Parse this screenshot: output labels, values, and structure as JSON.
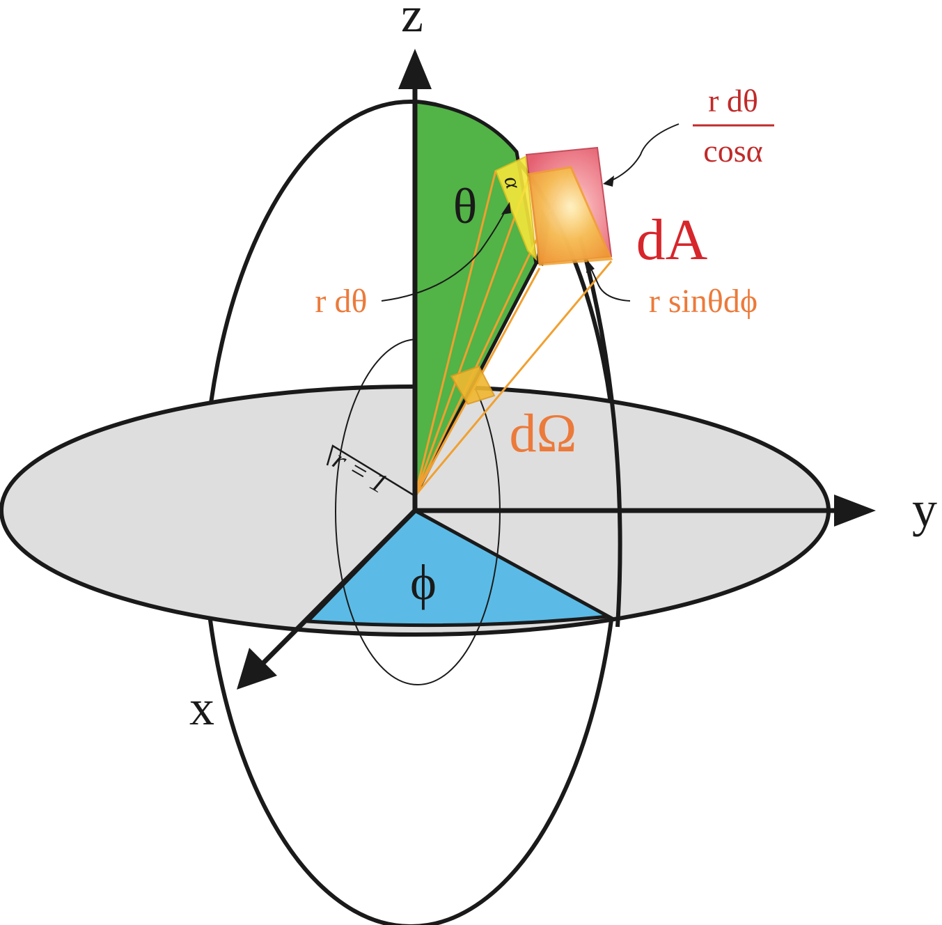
{
  "labels": {
    "axis_z": "z",
    "axis_y": "y",
    "axis_x": "x",
    "theta": "θ",
    "phi": "ϕ",
    "alpha": "α",
    "radius": "r = 1",
    "dA": "dA",
    "dOmega": "dΩ",
    "r_dtheta": "r dθ",
    "r_sintheta_dphi": "r sinθdϕ",
    "frac_numerator": "r dθ",
    "frac_denominator": "cosα"
  },
  "colors": {
    "outline": "#1a1a1a",
    "equator_fill": "#dedede",
    "theta_wedge": "#52b346",
    "phi_wedge": "#5bbbe6",
    "orange": "#f0a030",
    "orange_text": "#ec7a3a",
    "red_text": "#d6262c",
    "dark_red_text": "#c02a2a",
    "yellow": "#f5e63c",
    "pink_patch": "#ea5a6a"
  }
}
